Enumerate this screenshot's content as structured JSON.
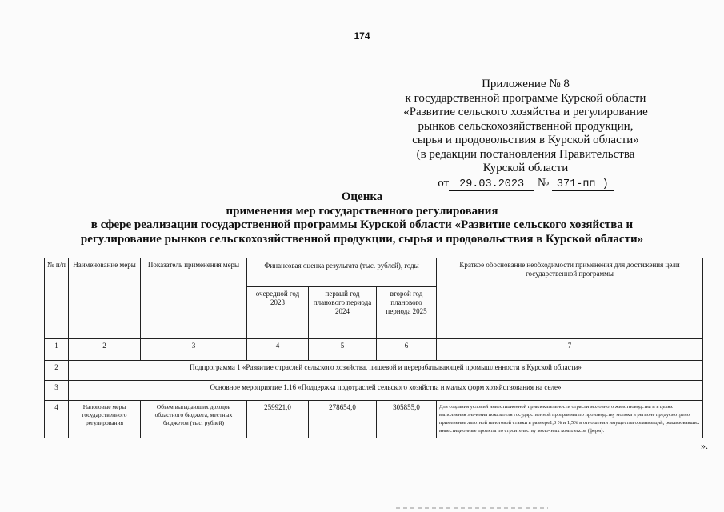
{
  "page_number": "174",
  "appendix": {
    "lines": [
      "Приложение № 8",
      "к государственной программе Курской области",
      "«Развитие сельского хозяйства и регулирование",
      "рынков сельскохозяйственной продукции,",
      "сырья и продовольствия в Курской области»",
      "(в редакции постановления Правительства",
      "Курской области"
    ],
    "from_prefix": "от",
    "date": "29.03.2023",
    "no_prefix": "№",
    "number": "371-пп )"
  },
  "title": {
    "lines": [
      "Оценка",
      "применения мер государственного регулирования",
      "в сфере реализации государственной программы Курской области «Развитие сельского хозяйства и",
      "регулирование рынков сельскохозяйственной продукции, сырья и продовольствия в Курской области»"
    ]
  },
  "table": {
    "headers": {
      "num": "№ п/п",
      "measure_name": "Наименование меры",
      "indicator": "Показатель применения меры",
      "financial": "Финансовая оценка результата (тыс. рублей), годы",
      "justification": "Краткое обоснование необходимости применения для достижения цели государственной программы",
      "year1": "очередной год 2023",
      "year2": "первый год планового периода 2024",
      "year3": "второй год планового периода 2025"
    },
    "column_numbers": [
      "1",
      "2",
      "3",
      "4",
      "5",
      "6",
      "7"
    ],
    "subprogram_row": {
      "num": "2",
      "text": "Подпрограмма 1 «Развитие отраслей сельского хозяйства, пищевой и перерабатывающей промышленности в Курской области»"
    },
    "event_row": {
      "num": "3",
      "text": "Основное мероприятие 1.16 «Поддержка подотраслей сельского хозяйства и малых форм хозяйствования на селе»"
    },
    "data_row": {
      "num": "4",
      "measure_name": "Налоговые меры государственного регулирования",
      "indicator": "Объем выпадающих доходов областного бюджета, местных бюджетов (тыс. рублей)",
      "value_2023": "259921,0",
      "value_2024": "278654,0",
      "value_2025": "305855,0",
      "justification": "Для создания условий инвестиционной привлекательности отрасли молочного животноводства и в целях выполнения значения показателя государственной программы по производству молока в регионе предусмотрено применение льготной налоговой ставки в размере1,0 % и 1,5% в отношении имущества организаций, реализовавших инвестиционные проекты по строительству молочных комплексов (ферм)."
    }
  },
  "closing_mark": "»."
}
